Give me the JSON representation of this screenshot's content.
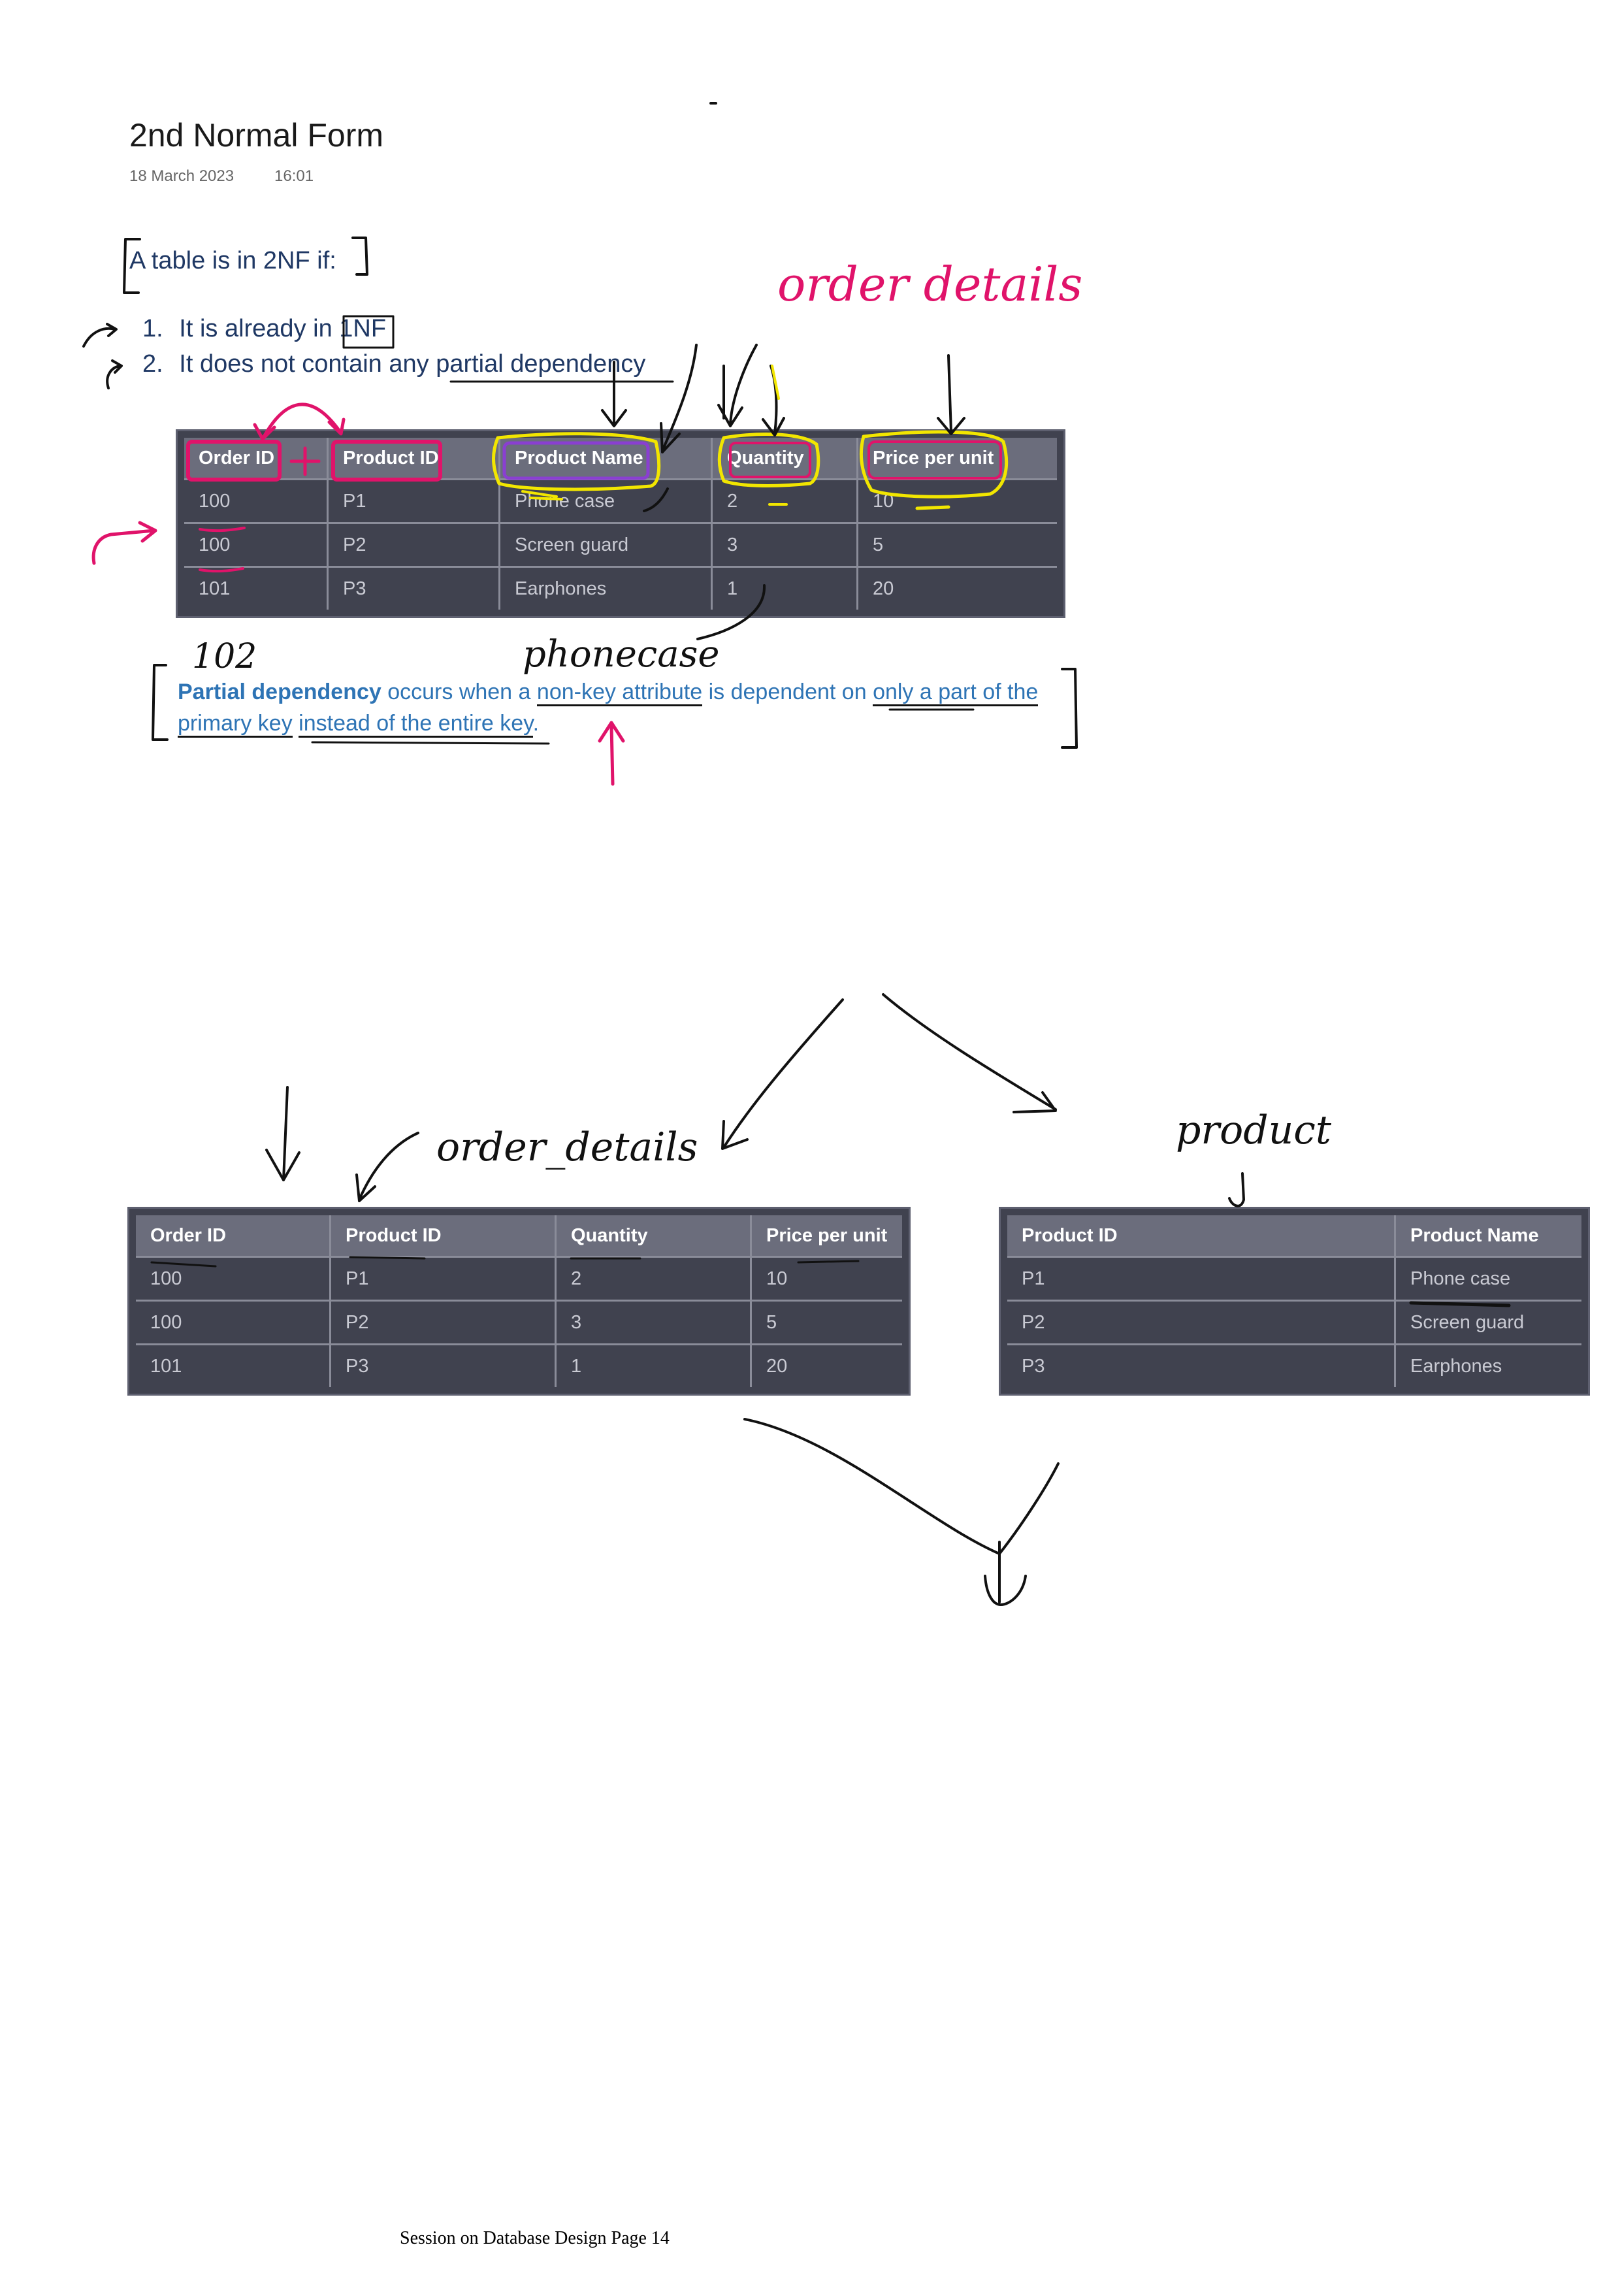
{
  "page": {
    "title": "2nd Normal Form",
    "date": "18 March 2023",
    "time": "16:01",
    "intro": "A table is in 2NF if:",
    "rules": [
      {
        "num": "1.",
        "text": "It is already in 1NF"
      },
      {
        "num": "2.",
        "text": "It does not contain any partial dependency"
      }
    ],
    "definition": {
      "term": "Partial dependency",
      "part1": " occurs when a ",
      "part2": "non-key attribute",
      "part3": " is dependent on ",
      "part4": "only a part of the primary key",
      "part5": " ",
      "part6": "instead of the entire key",
      "part7": "."
    },
    "footer": "Session on Database Design Page 14"
  },
  "main_table": {
    "headers": [
      "Order ID",
      "Product ID",
      "Product Name",
      "Quantity",
      "Price per unit"
    ],
    "rows": [
      [
        "100",
        "P1",
        "Phone case",
        "2",
        "10"
      ],
      [
        "100",
        "P2",
        "Screen guard",
        "3",
        "5"
      ],
      [
        "101",
        "P3",
        "Earphones",
        "1",
        "20"
      ]
    ]
  },
  "order_table": {
    "headers": [
      "Order ID",
      "Product ID",
      "Quantity",
      "Price per unit"
    ],
    "rows": [
      [
        "100",
        "P1",
        "2",
        "10"
      ],
      [
        "100",
        "P2",
        "3",
        "5"
      ],
      [
        "101",
        "P3",
        "1",
        "20"
      ]
    ]
  },
  "product_table": {
    "headers": [
      "Product ID",
      "Product Name"
    ],
    "rows": [
      [
        "P1",
        "Phone case"
      ],
      [
        "P2",
        "Screen guard"
      ],
      [
        "P3",
        "Earphones"
      ]
    ]
  },
  "annotations": {
    "order_details_top": "order details",
    "order_details_bottom": "order_details",
    "product": "product",
    "phonecase": "phonecase",
    "num_102": "102",
    "ink_pink": "#e0136a",
    "ink_black": "#111111",
    "ink_yellow": "#f2e600",
    "ink_purple": "#8a3fd1"
  }
}
